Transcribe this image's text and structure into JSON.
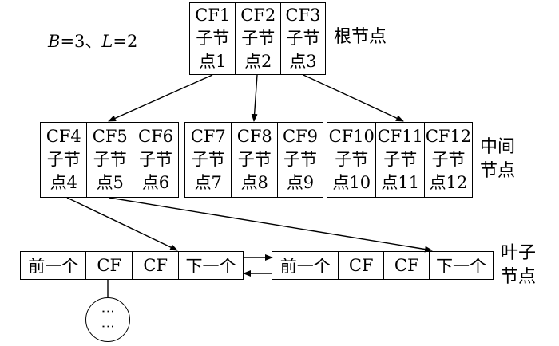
{
  "params": {
    "b_var": "B",
    "b_eq": "=3、",
    "l_var": "L",
    "l_eq": "=2"
  },
  "labels": {
    "root": "根节点",
    "middle_line1": "中间",
    "middle_line2": "节点",
    "leaf_line1": "叶子",
    "leaf_line2": "节点"
  },
  "root": {
    "entries": [
      {
        "cf": "CF1",
        "line2": "子节",
        "line3": "点1"
      },
      {
        "cf": "CF2",
        "line2": "子节",
        "line3": "点2"
      },
      {
        "cf": "CF3",
        "line2": "子节",
        "line3": "点3"
      }
    ]
  },
  "middle": [
    {
      "entries": [
        {
          "cf": "CF4",
          "line2": "子节",
          "line3": "点4"
        },
        {
          "cf": "CF5",
          "line2": "子节",
          "line3": "点5"
        },
        {
          "cf": "CF6",
          "line2": "子节",
          "line3": "点6"
        }
      ]
    },
    {
      "entries": [
        {
          "cf": "CF7",
          "line2": "子节",
          "line3": "点7"
        },
        {
          "cf": "CF8",
          "line2": "子节",
          "line3": "点8"
        },
        {
          "cf": "CF9",
          "line2": "子节",
          "line3": "点9"
        }
      ]
    },
    {
      "entries": [
        {
          "cf": "CF10",
          "line2": "子节",
          "line3": "点10"
        },
        {
          "cf": "CF11",
          "line2": "子节",
          "line3": "点11"
        },
        {
          "cf": "CF12",
          "line2": "子节",
          "line3": "点12"
        }
      ]
    }
  ],
  "leaves": [
    {
      "cells": [
        "前一个",
        "CF",
        "CF",
        "下一个"
      ]
    },
    {
      "cells": [
        "前一个",
        "CF",
        "CF",
        "下一个"
      ]
    }
  ],
  "more_indicator": "⋮⋮"
}
